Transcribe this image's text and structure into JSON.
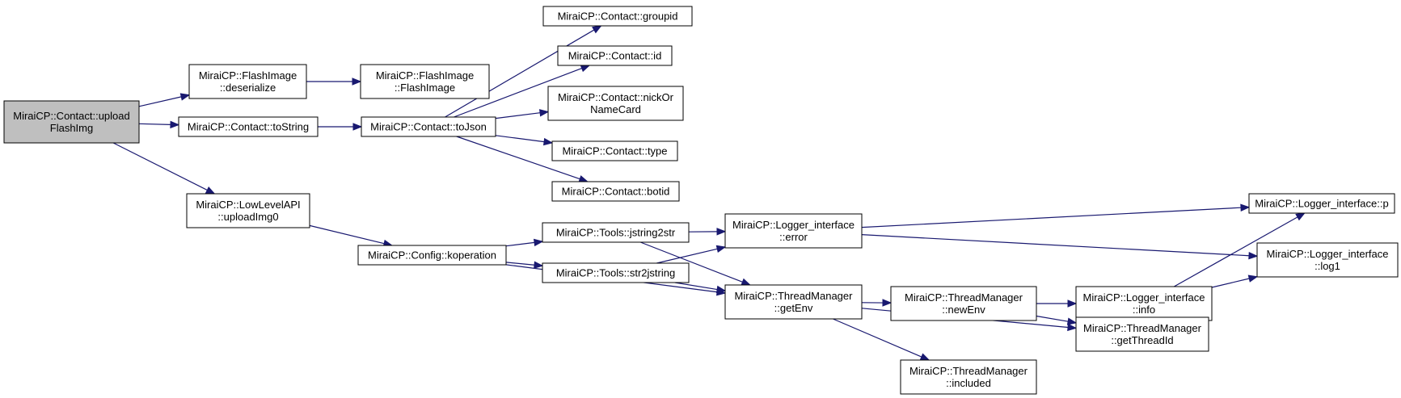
{
  "colors": {
    "edge": "#191970",
    "root_fill": "#bfbfbf",
    "node_fill": "#ffffff",
    "border": "#000000"
  },
  "nodes": [
    {
      "id": "upload",
      "lines": [
        "MiraiCP::Contact::upload",
        "FlashImg"
      ],
      "root": true
    },
    {
      "id": "deserialize",
      "lines": [
        "MiraiCP::FlashImage",
        "::deserialize"
      ]
    },
    {
      "id": "flashimage",
      "lines": [
        "MiraiCP::FlashImage",
        "::FlashImage"
      ]
    },
    {
      "id": "tostring",
      "lines": [
        "MiraiCP::Contact::toString"
      ]
    },
    {
      "id": "tojson",
      "lines": [
        "MiraiCP::Contact::toJson"
      ]
    },
    {
      "id": "groupid",
      "lines": [
        "MiraiCP::Contact::groupid"
      ]
    },
    {
      "id": "id",
      "lines": [
        "MiraiCP::Contact::id"
      ]
    },
    {
      "id": "nick",
      "lines": [
        "MiraiCP::Contact::nickOr",
        "NameCard"
      ]
    },
    {
      "id": "type",
      "lines": [
        "MiraiCP::Contact::type"
      ]
    },
    {
      "id": "botid",
      "lines": [
        "MiraiCP::Contact::botid"
      ]
    },
    {
      "id": "uploadimg0",
      "lines": [
        "MiraiCP::LowLevelAPI",
        "::uploadImg0"
      ]
    },
    {
      "id": "koperation",
      "lines": [
        "MiraiCP::Config::koperation"
      ]
    },
    {
      "id": "jstring2str",
      "lines": [
        "MiraiCP::Tools::jstring2str"
      ]
    },
    {
      "id": "str2jstring",
      "lines": [
        "MiraiCP::Tools::str2jstring"
      ]
    },
    {
      "id": "error",
      "lines": [
        "MiraiCP::Logger_interface",
        "::error"
      ]
    },
    {
      "id": "getenv",
      "lines": [
        "MiraiCP::ThreadManager",
        "::getEnv"
      ]
    },
    {
      "id": "newenv",
      "lines": [
        "MiraiCP::ThreadManager",
        "::newEnv"
      ]
    },
    {
      "id": "included",
      "lines": [
        "MiraiCP::ThreadManager",
        "::included"
      ]
    },
    {
      "id": "info",
      "lines": [
        "MiraiCP::Logger_interface",
        "::info"
      ]
    },
    {
      "id": "getthreadid",
      "lines": [
        "MiraiCP::ThreadManager",
        "::getThreadId"
      ]
    },
    {
      "id": "p",
      "lines": [
        "MiraiCP::Logger_interface::p"
      ]
    },
    {
      "id": "log1",
      "lines": [
        "MiraiCP::Logger_interface",
        "::log1"
      ]
    }
  ],
  "edges": [
    {
      "from": "upload",
      "to": "deserialize"
    },
    {
      "from": "upload",
      "to": "tostring"
    },
    {
      "from": "upload",
      "to": "uploadimg0"
    },
    {
      "from": "deserialize",
      "to": "flashimage"
    },
    {
      "from": "tostring",
      "to": "tojson"
    },
    {
      "from": "tojson",
      "to": "groupid"
    },
    {
      "from": "tojson",
      "to": "id"
    },
    {
      "from": "tojson",
      "to": "nick"
    },
    {
      "from": "tojson",
      "to": "type"
    },
    {
      "from": "tojson",
      "to": "botid"
    },
    {
      "from": "uploadimg0",
      "to": "koperation"
    },
    {
      "from": "koperation",
      "to": "jstring2str"
    },
    {
      "from": "koperation",
      "to": "str2jstring"
    },
    {
      "from": "koperation",
      "to": "getenv"
    },
    {
      "from": "jstring2str",
      "to": "error"
    },
    {
      "from": "jstring2str",
      "to": "getenv"
    },
    {
      "from": "str2jstring",
      "to": "error"
    },
    {
      "from": "str2jstring",
      "to": "getenv"
    },
    {
      "from": "error",
      "to": "p"
    },
    {
      "from": "error",
      "to": "log1"
    },
    {
      "from": "getenv",
      "to": "newenv"
    },
    {
      "from": "getenv",
      "to": "getthreadid"
    },
    {
      "from": "getenv",
      "to": "included"
    },
    {
      "from": "newenv",
      "to": "info"
    },
    {
      "from": "newenv",
      "to": "getthreadid"
    },
    {
      "from": "info",
      "to": "p"
    },
    {
      "from": "info",
      "to": "log1"
    }
  ]
}
